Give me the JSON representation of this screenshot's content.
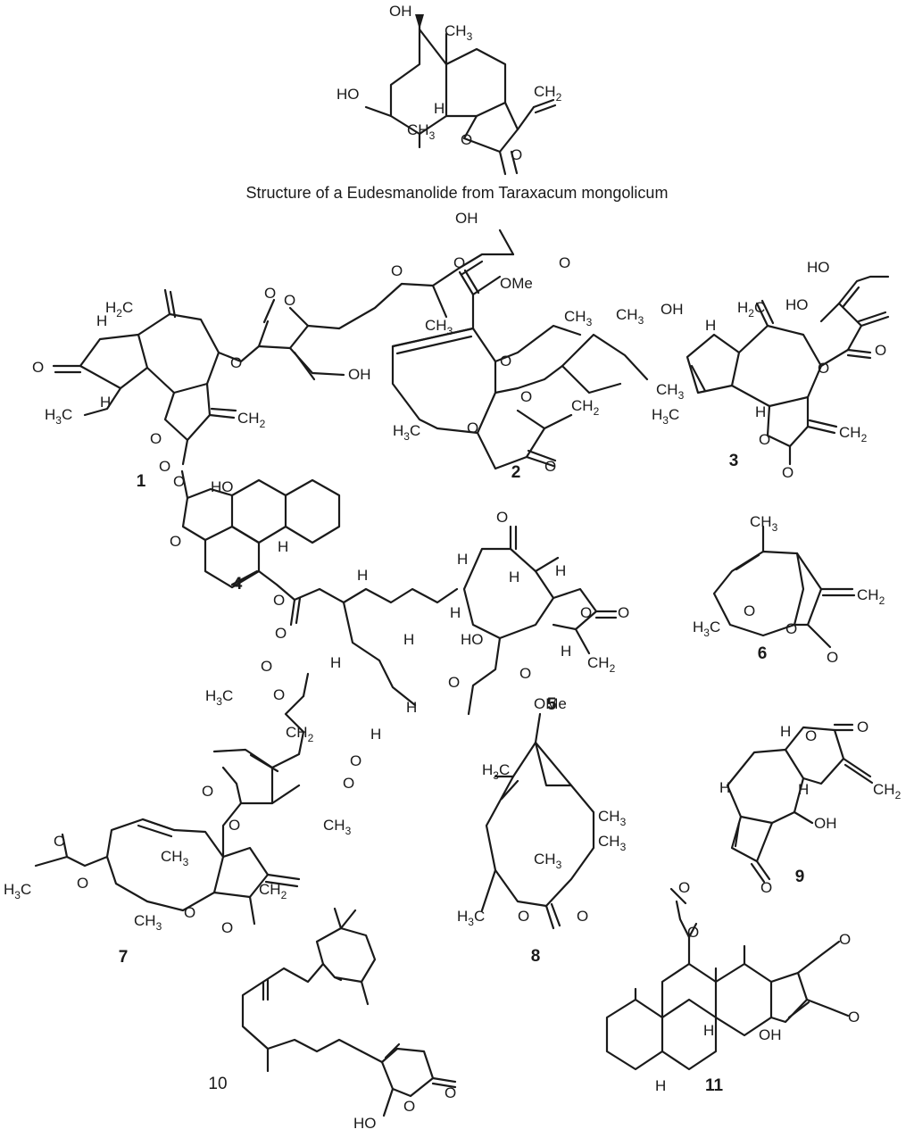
{
  "caption": "Structure of a Eudesmanolide from Taraxacum mongolicum",
  "compounds": [
    {
      "label": "1",
      "bold": true
    },
    {
      "label": "2",
      "bold": true
    },
    {
      "label": "3",
      "bold": true
    },
    {
      "label": "4",
      "bold": true
    },
    {
      "label": "5",
      "bold": true
    },
    {
      "label": "6",
      "bold": true
    },
    {
      "label": "7",
      "bold": true
    },
    {
      "label": "8",
      "bold": true
    },
    {
      "label": "9",
      "bold": true
    },
    {
      "label": "10",
      "bold": false
    },
    {
      "label": "11",
      "bold": true
    }
  ],
  "atoms": {
    "oh": "OH",
    "ho": "HO",
    "o": "O",
    "h": "H",
    "ch3": "CH",
    "h3c": "H",
    "ch2": "CH",
    "h2c": "H",
    "ome": "OMe",
    "sub2": "2",
    "sub3": "3",
    "c": "C"
  }
}
